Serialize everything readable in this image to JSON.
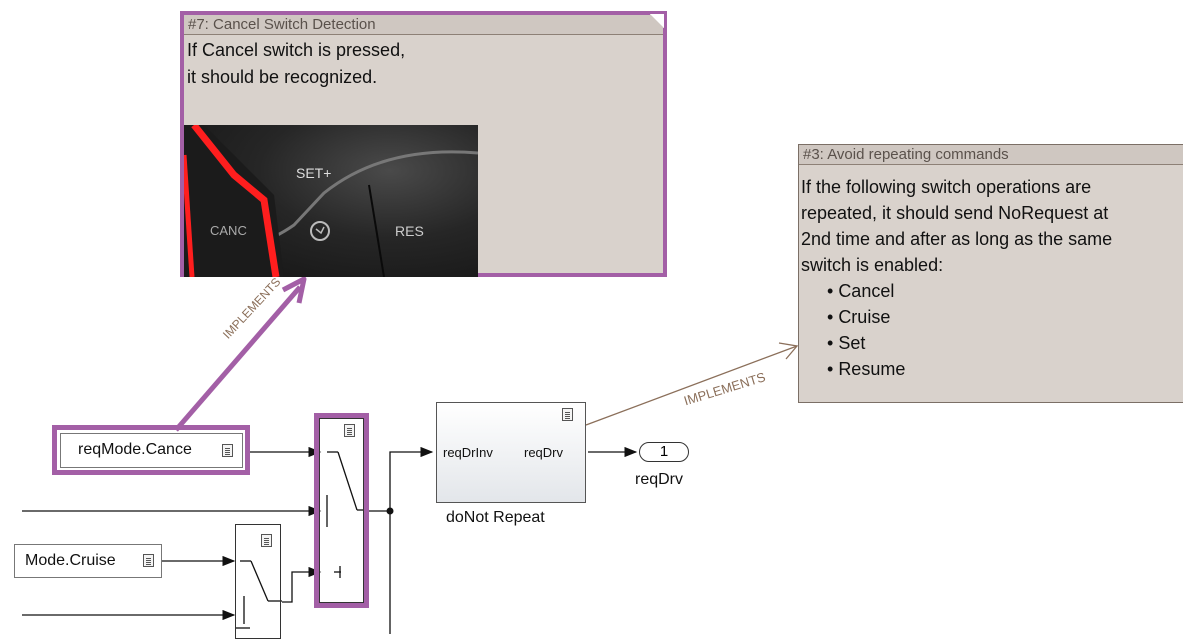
{
  "note_cancel": {
    "title": "#7: Cancel Switch Detection",
    "line1": "If Cancel switch is pressed,",
    "line2": "it should be recognized.",
    "photo": {
      "set": "SET+",
      "canc": "CANC",
      "res": "RES"
    }
  },
  "note_repeat": {
    "title": "#3: Avoid repeating commands",
    "lines": [
      "If the following switch operations are",
      "repeated, it should send NoRequest at",
      "2nd time and after as long as the same",
      "switch is enabled:"
    ],
    "bullets": [
      "Cancel",
      "Cruise",
      "Set",
      "Resume"
    ]
  },
  "links": {
    "implements_left": "IMPLEMENTS",
    "implements_right": "IMPLEMENTS"
  },
  "blocks": {
    "req_cancel": "reqMode.Cance",
    "req_cruise": "Mode.Cruise",
    "subsystem_in": "reqDrInv",
    "subsystem_out": "reqDrv",
    "subsystem_name": "doNot Repeat",
    "outport_num": "1",
    "outport_name": "reqDrv"
  },
  "colors": {
    "highlight": "#a35fa6",
    "note_bg": "#d9d2cc",
    "link": "#8b6f5a"
  }
}
